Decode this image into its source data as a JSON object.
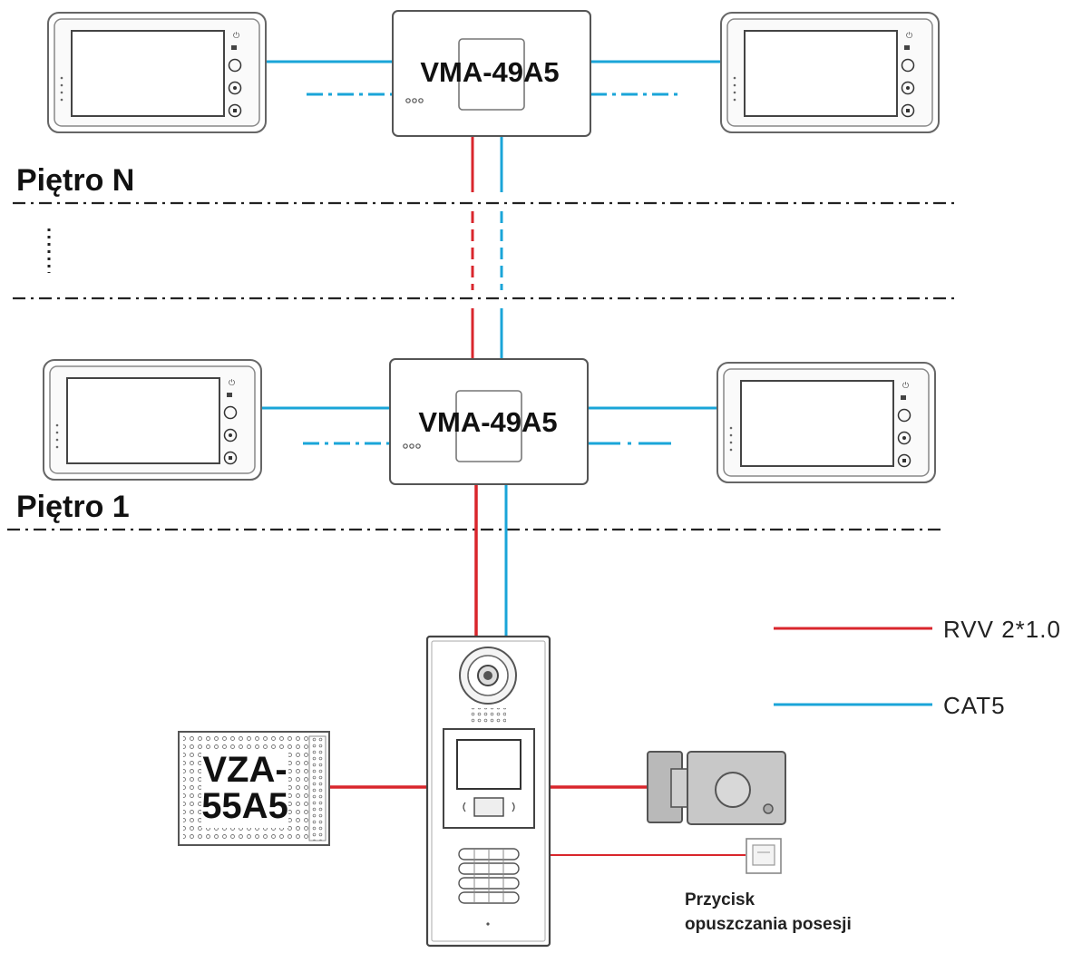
{
  "floors": {
    "top_label": "Piętro N",
    "bottom_label": "Piętro 1"
  },
  "distributors": {
    "top_label": "VMA-49A5",
    "bottom_label": "VMA-49A5"
  },
  "power_supply": {
    "label_line1": "VZA-",
    "label_line2": "55A5"
  },
  "exit_button": {
    "label_line1": "Przycisk",
    "label_line2": "opuszczania posesji"
  },
  "legend": {
    "red_cable_label": "RVV 2*1.0",
    "blue_cable_label": "CAT5"
  },
  "colors": {
    "rvv_cable": "#d9262c",
    "cat5_cable": "#1aa5d8",
    "device_outline": "#555555",
    "floor_divider": "#222222"
  },
  "icons": {
    "monitor": "indoor-monitor-icon",
    "door_station": "outdoor-door-station-icon",
    "lock": "electric-lock-icon",
    "button": "exit-button-icon",
    "psu": "power-supply-icon"
  }
}
